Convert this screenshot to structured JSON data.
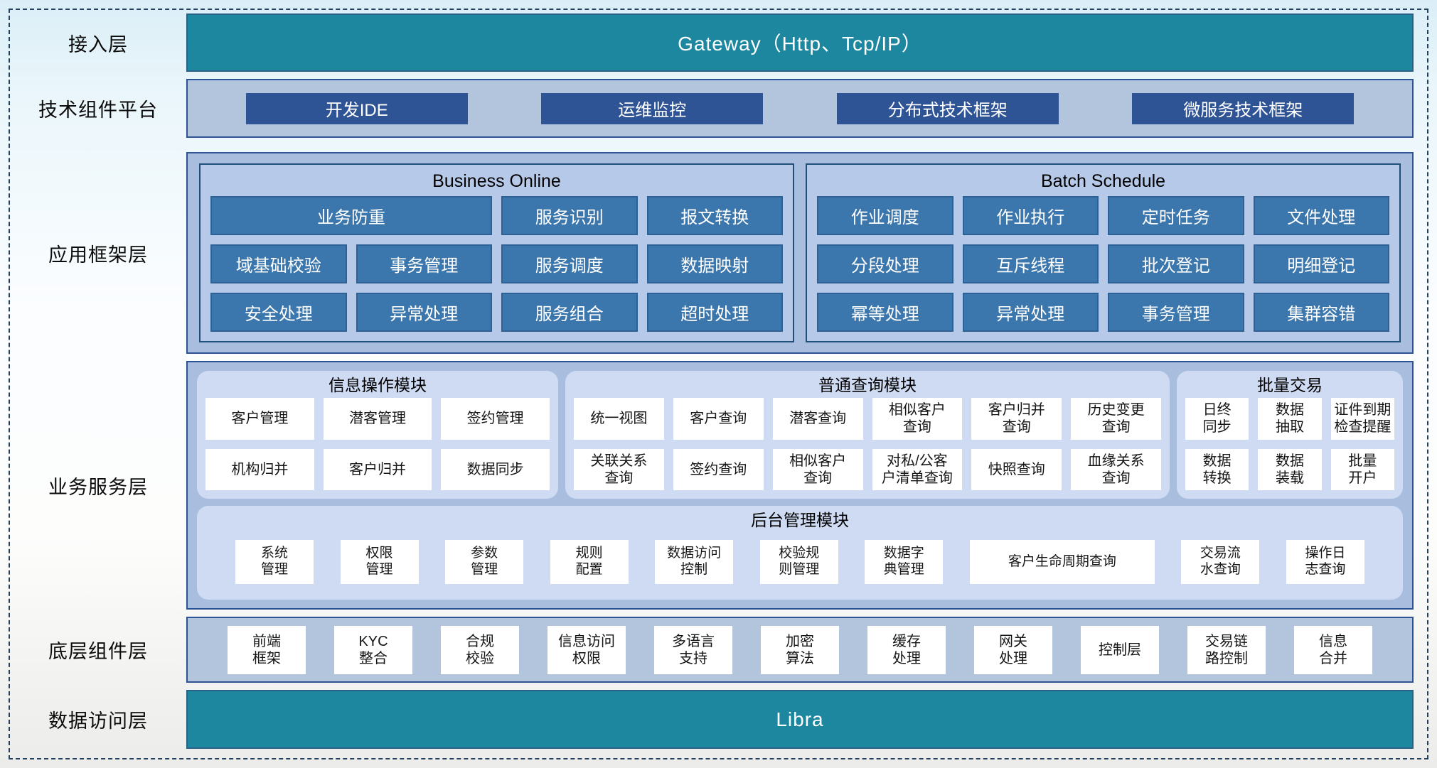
{
  "layers": {
    "access": {
      "label": "接入层",
      "gateway_label": "Gateway（Http、Tcp/IP）"
    },
    "tech_platform": {
      "label": "技术组件平台",
      "items": [
        "开发IDE",
        "运维监控",
        "分布式技术框架",
        "微服务技术框架"
      ]
    },
    "app_framework": {
      "label": "应用框架层",
      "business_online": {
        "title": "Business Online",
        "items": [
          {
            "label": "业务防重",
            "span": 2
          },
          {
            "label": "服务识别"
          },
          {
            "label": "报文转换"
          },
          {
            "label": "域基础校验"
          },
          {
            "label": "事务管理"
          },
          {
            "label": "服务调度"
          },
          {
            "label": "数据映射"
          },
          {
            "label": "安全处理"
          },
          {
            "label": "异常处理"
          },
          {
            "label": "服务组合"
          },
          {
            "label": "超时处理"
          }
        ]
      },
      "batch_schedule": {
        "title": "Batch Schedule",
        "items": [
          {
            "label": "作业调度"
          },
          {
            "label": "作业执行"
          },
          {
            "label": "定时任务"
          },
          {
            "label": "文件处理"
          },
          {
            "label": "分段处理"
          },
          {
            "label": "互斥线程"
          },
          {
            "label": "批次登记"
          },
          {
            "label": "明细登记"
          },
          {
            "label": "幂等处理"
          },
          {
            "label": "异常处理"
          },
          {
            "label": "事务管理"
          },
          {
            "label": "集群容错"
          }
        ]
      }
    },
    "business_service": {
      "label": "业务服务层",
      "info_ops": {
        "title": "信息操作模块",
        "items": [
          "客户管理",
          "潜客管理",
          "签约管理",
          "机构归并",
          "客户归并",
          "数据同步"
        ]
      },
      "general_query": {
        "title": "普通查询模块",
        "items": [
          "统一视图",
          "客户查询",
          "潜客查询",
          "相似客户\n查询",
          "客户归并\n查询",
          "历史变更\n查询",
          "关联关系\n查询",
          "签约查询",
          "相似客户\n查询",
          "对私/公客\n户清单查询",
          "快照查询",
          "血缘关系\n查询"
        ]
      },
      "batch_trade": {
        "title": "批量交易",
        "items": [
          "日终\n同步",
          "数据\n抽取",
          "证件到期\n检查提醒",
          "数据\n转换",
          "数据\n装载",
          "批量\n开户"
        ]
      },
      "admin": {
        "title": "后台管理模块",
        "items": [
          {
            "label": "系统\n管理"
          },
          {
            "label": "权限\n管理"
          },
          {
            "label": "参数\n管理"
          },
          {
            "label": "规则\n配置"
          },
          {
            "label": "数据访问\n控制"
          },
          {
            "label": "校验规\n则管理"
          },
          {
            "label": "数据字\n典管理"
          },
          {
            "label": "客户生命周期查询",
            "wide": true
          },
          {
            "label": "交易流\n水查询"
          },
          {
            "label": "操作日\n志查询"
          }
        ]
      }
    },
    "base_components": {
      "label": "底层组件层",
      "items": [
        "前端\n框架",
        "KYC\n整合",
        "合规\n校验",
        "信息访问\n权限",
        "多语言\n支持",
        "加密\n算法",
        "缓存\n处理",
        "网关\n处理",
        "控制层",
        "交易链\n路控制",
        "信息\n合并"
      ]
    },
    "data_access": {
      "label": "数据访问层",
      "platform_label": "Libra"
    }
  },
  "colors": {
    "teal_bar": "#1d87a0",
    "navy_button": "#2f5496",
    "steel_button": "#3b76ad",
    "layer_container": "#a9bedf",
    "group_box": "#b7c9e8",
    "module_panel": "#cedbf2",
    "strip_background": "#b3c5dd",
    "dashed_frame": "#24405f"
  }
}
